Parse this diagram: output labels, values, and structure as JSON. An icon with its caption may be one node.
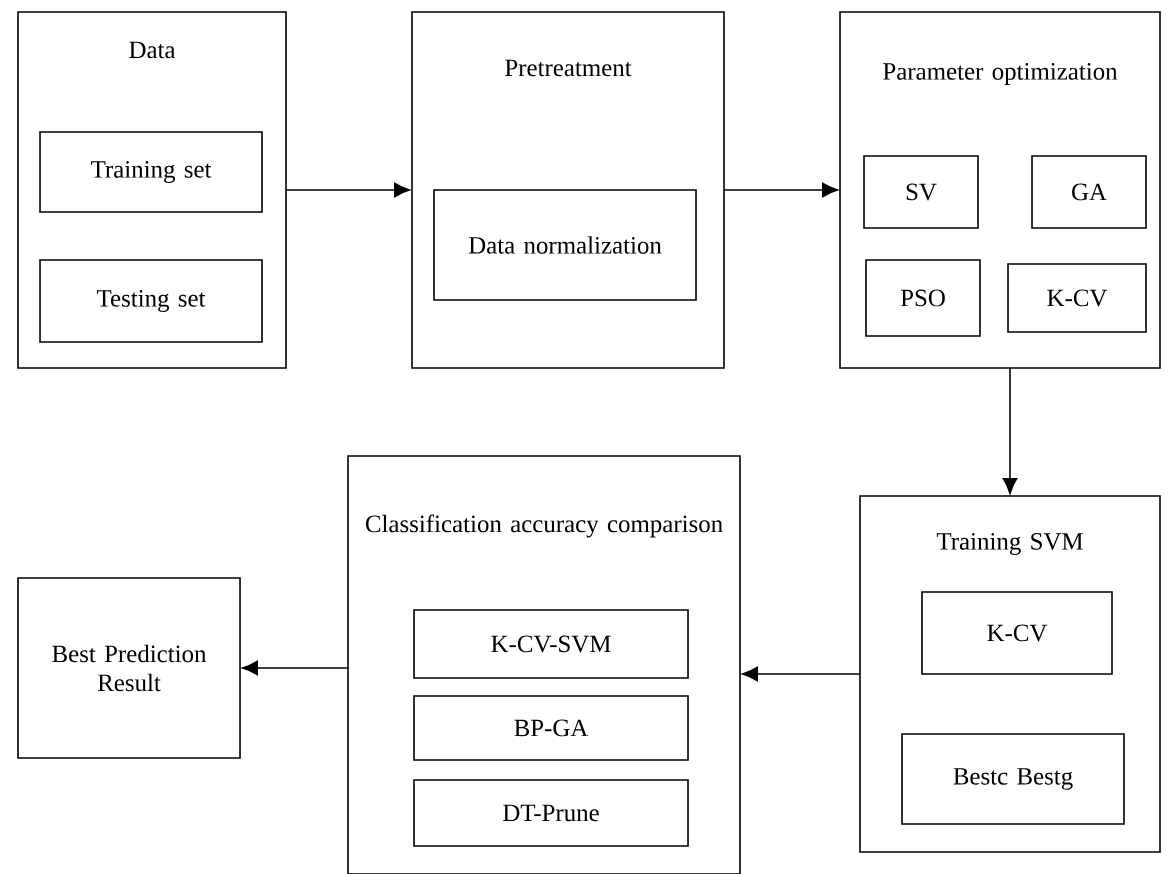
{
  "diagram": {
    "nodes": [
      {
        "text": [
          "Data"
        ]
      },
      {
        "text": [
          "Training set"
        ],
        "in": 0
      },
      {
        "text": [
          "Testing set"
        ],
        "in": 0
      },
      {
        "text": [
          "Pretreatment"
        ]
      },
      {
        "text": [
          "Data normalization"
        ],
        "in": 3
      },
      {
        "text": [
          "Parameter optimization"
        ]
      },
      {
        "text": [
          "SV"
        ],
        "in": 5
      },
      {
        "text": [
          "GA"
        ],
        "in": 5
      },
      {
        "text": [
          "PSO"
        ],
        "in": 5
      },
      {
        "text": [
          "K-CV"
        ],
        "in": 5
      },
      {
        "text": [
          "Training SVM"
        ]
      },
      {
        "text": [
          "K-CV"
        ],
        "in": 10
      },
      {
        "text": [
          "Bestc Bestg"
        ],
        "in": 10
      },
      {
        "text": [
          "Classification accuracy comparison"
        ]
      },
      {
        "text": [
          "K-CV-SVM"
        ],
        "in": 13
      },
      {
        "text": [
          "BP-GA"
        ],
        "in": 13
      },
      {
        "text": [
          "DT-Prune"
        ],
        "in": 13
      },
      {
        "text": [
          "Best Prediction Result"
        ]
      }
    ],
    "edges": [
      {
        "from": 0,
        "to": 3,
        "arrow": "to"
      },
      {
        "from": 3,
        "to": 5,
        "arrow": "to"
      },
      {
        "from": 5,
        "to": 10,
        "arrow": "to"
      },
      {
        "from": 10,
        "to": 13,
        "arrow": "to"
      },
      {
        "from": 13,
        "to": 17,
        "arrow": "to"
      }
    ]
  }
}
